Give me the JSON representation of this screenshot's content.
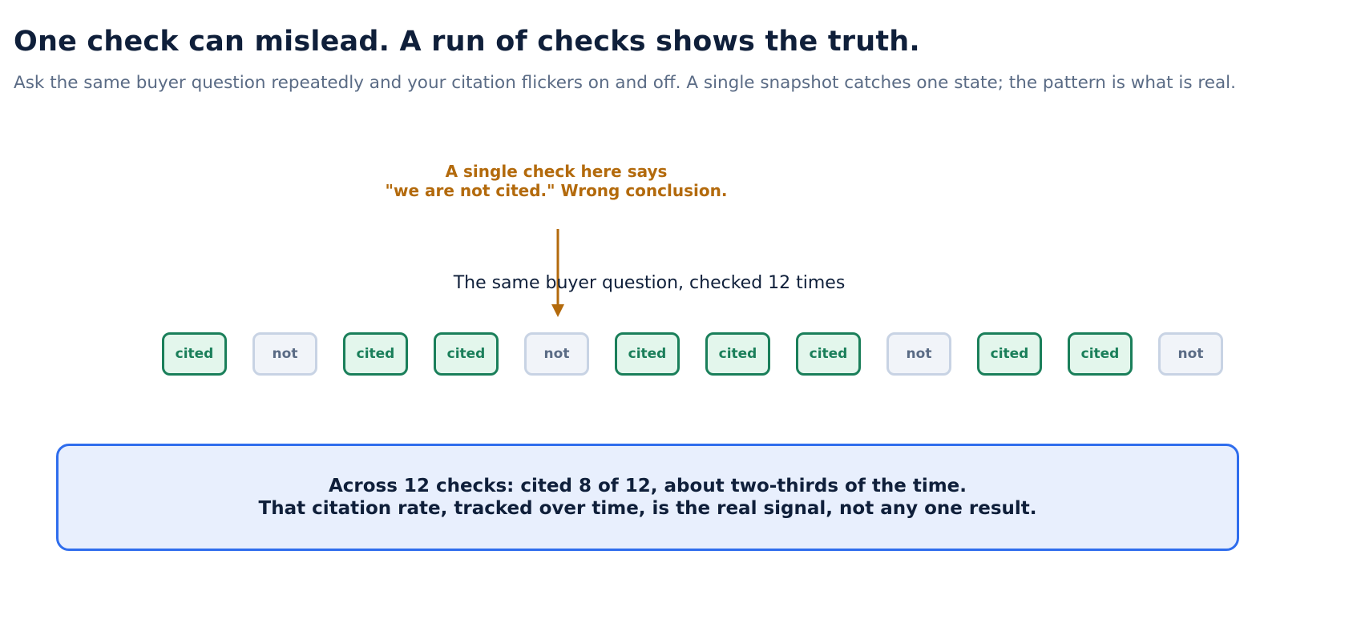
{
  "header": {
    "title": "One check can mislead. A run of checks shows the truth.",
    "subtitle": "Ask the same buyer question repeatedly and your citation flickers on and off. A single snapshot catches one state; the pattern is what is real."
  },
  "annotation": {
    "line1": "A single check here says",
    "line2": "\"we are not cited.\" Wrong conclusion.",
    "color": "#b36a0c",
    "points_to_check_index": 4
  },
  "checks": {
    "caption": "The same buyer question, checked 12 times",
    "items": [
      {
        "label": "cited",
        "status": "cited"
      },
      {
        "label": "not",
        "status": "not"
      },
      {
        "label": "cited",
        "status": "cited"
      },
      {
        "label": "cited",
        "status": "cited"
      },
      {
        "label": "not",
        "status": "not"
      },
      {
        "label": "cited",
        "status": "cited"
      },
      {
        "label": "cited",
        "status": "cited"
      },
      {
        "label": "cited",
        "status": "cited"
      },
      {
        "label": "not",
        "status": "not"
      },
      {
        "label": "cited",
        "status": "cited"
      },
      {
        "label": "cited",
        "status": "cited"
      },
      {
        "label": "not",
        "status": "not"
      }
    ]
  },
  "summary": {
    "line1": "Across 12 checks: cited 8 of 12, about two-thirds of the time.",
    "line2": "That citation rate, tracked over time, is the real signal, not any one result."
  },
  "colors": {
    "cited": "#1a7f5a",
    "not": "#c8d3e4",
    "summary_border": "#2f6ded",
    "title": "#0f1f3a"
  }
}
